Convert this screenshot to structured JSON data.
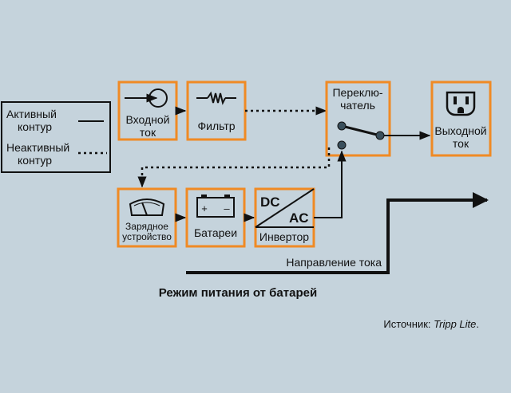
{
  "legend": {
    "active_line1": "Активный",
    "active_line2": "контур",
    "inactive_line1": "Неактивный",
    "inactive_line2": "контур"
  },
  "blocks": {
    "input_line1": "Входной",
    "input_line2": "ток",
    "filter": "Фильтр",
    "switch_line1": "Переклю-",
    "switch_line2": "чатель",
    "output_line1": "Выходной",
    "output_line2": "ток",
    "charger_line1": "Зарядное",
    "charger_line2": "устройство",
    "batteries": "Батареи",
    "battery_plus": "+",
    "battery_minus": "–",
    "inverter_dc": "DC",
    "inverter_ac": "AC",
    "inverter": "Инвертор"
  },
  "current_direction": "Направление тока",
  "caption": "Режим питания от батарей",
  "source_prefix": "Источник: ",
  "source_name": "Tripp Lite",
  "source_suffix": ".",
  "colors": {
    "background": "#c5d3dc",
    "block_border": "#f08a24",
    "line": "#111111"
  },
  "icons": {
    "input": "circle-arrow-icon",
    "filter": "coil-icon",
    "switch": "switch-icon",
    "output": "outlet-icon",
    "charger": "meter-icon",
    "battery": "battery-icon"
  }
}
